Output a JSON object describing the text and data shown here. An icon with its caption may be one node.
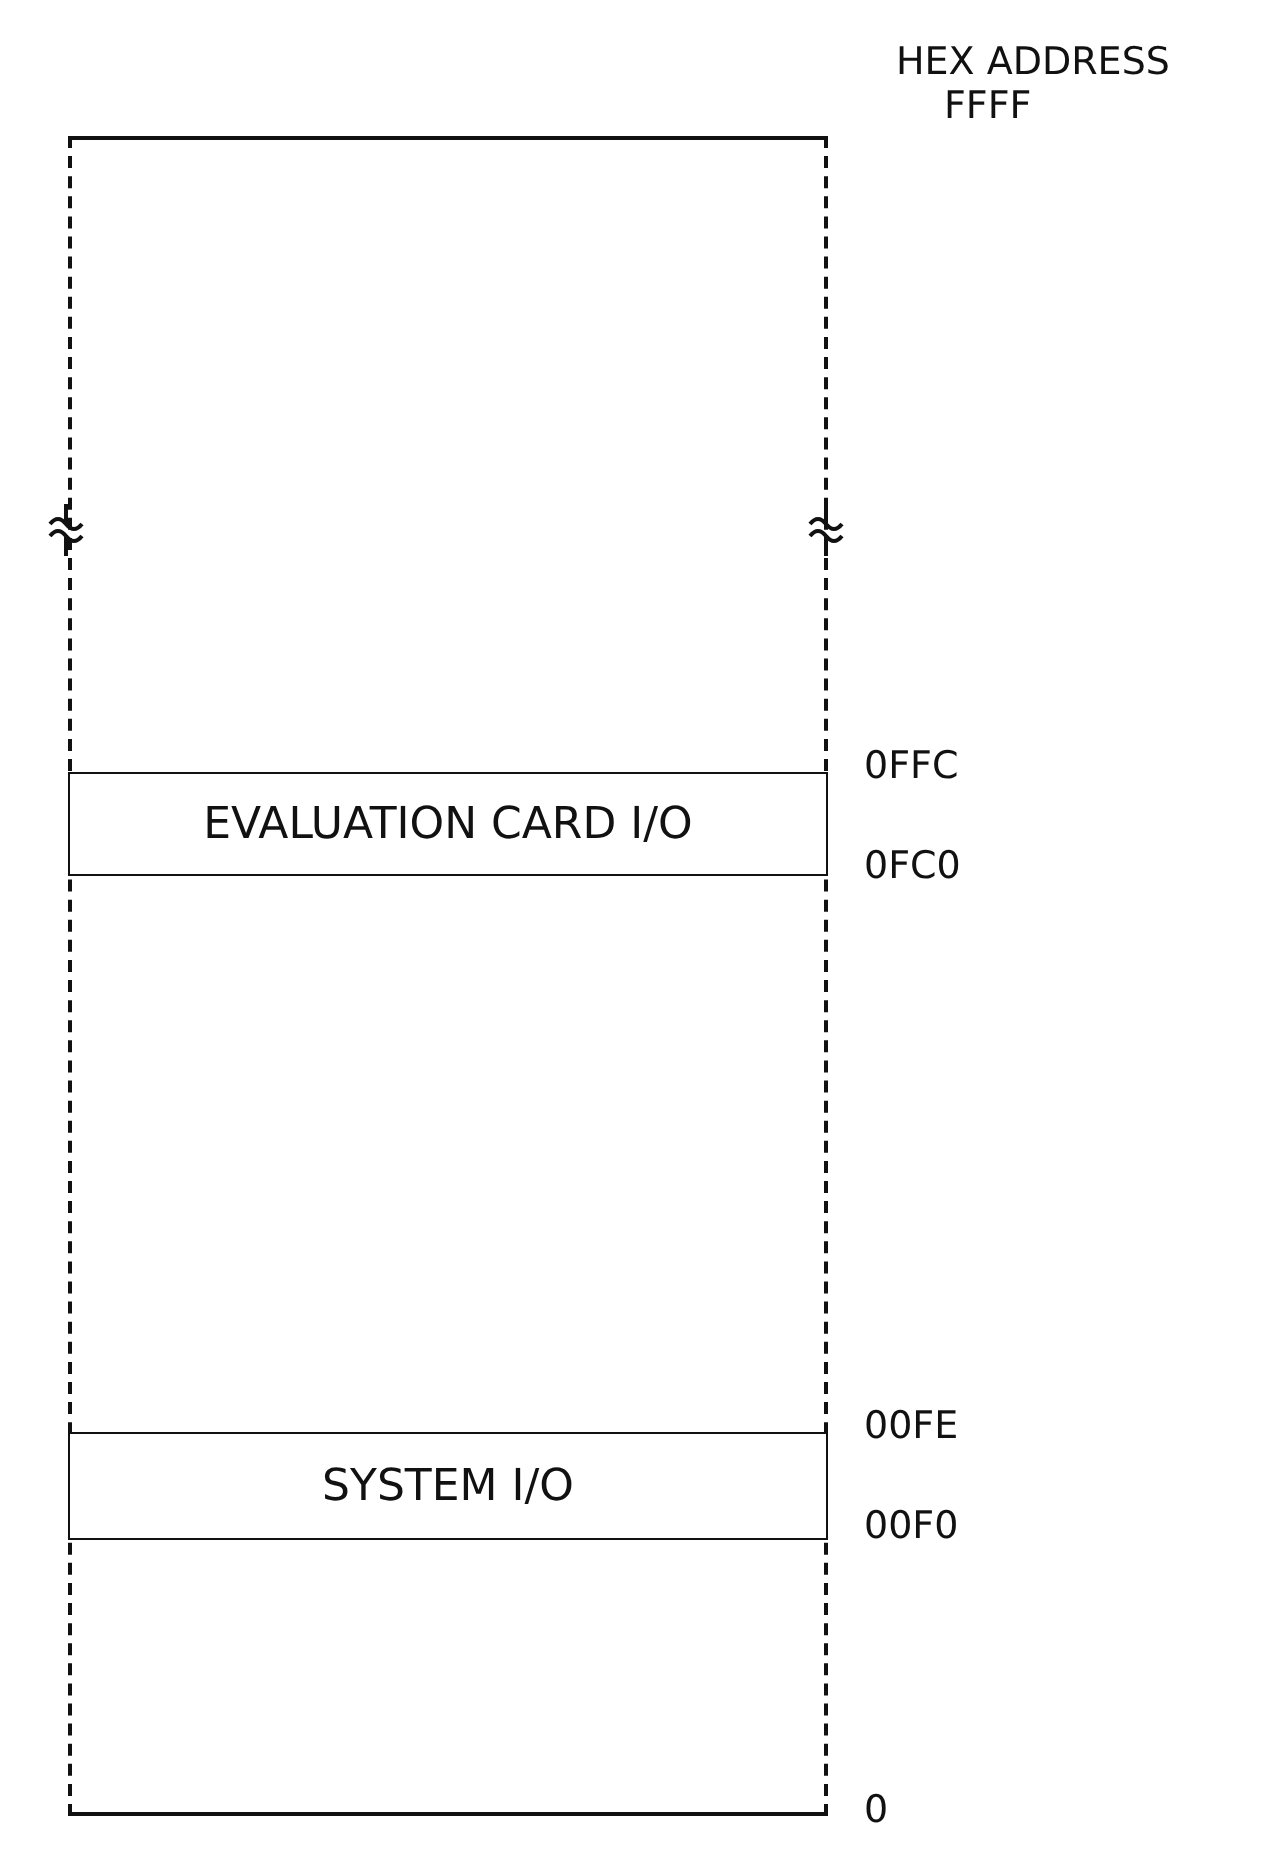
{
  "diagram": {
    "nodes": [
      {
        "text": [],
        "shape": "box"
      },
      {
        "text": [
          "EVALUATION CARD I/O"
        ],
        "in": 0
      },
      {
        "text": [
          "SYSTEM I/O"
        ],
        "in": 0
      }
    ],
    "labels": [
      "HEX ADDRESS",
      "FFFF",
      "0FFC",
      "0FC0",
      "00FE",
      "00F0",
      "0"
    ]
  }
}
